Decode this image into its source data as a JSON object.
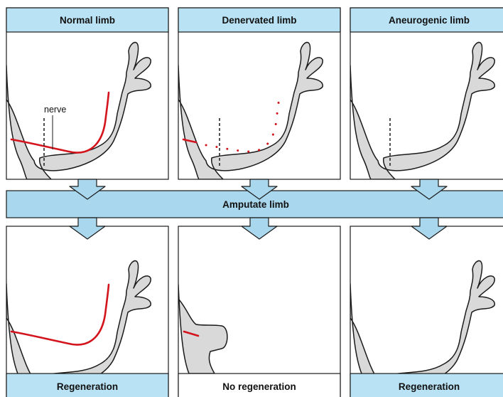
{
  "colors": {
    "header_fill": "#b9e2f4",
    "banner_fill": "#a9d8ee",
    "arrow_fill": "#a9d8ee",
    "limb_fill": "#d9d9d9",
    "outline": "#1a1a1a",
    "nerve": "#d4141c",
    "amputation_line": "#1a1a1a"
  },
  "top_row": {
    "normal": {
      "title": "Normal limb",
      "nerve_label": "nerve"
    },
    "denervated": {
      "title": "Denervated limb"
    },
    "aneurogenic": {
      "title": "Aneurogenic limb"
    }
  },
  "banner": {
    "label": "Amputate limb"
  },
  "bottom_row": {
    "normal": {
      "outcome": "Regeneration"
    },
    "denervated": {
      "outcome": "No regeneration"
    },
    "aneurogenic": {
      "outcome": "Regeneration"
    }
  },
  "icons": {
    "arrow": "down-arrow-icon",
    "limb": "limb-outline-icon"
  }
}
